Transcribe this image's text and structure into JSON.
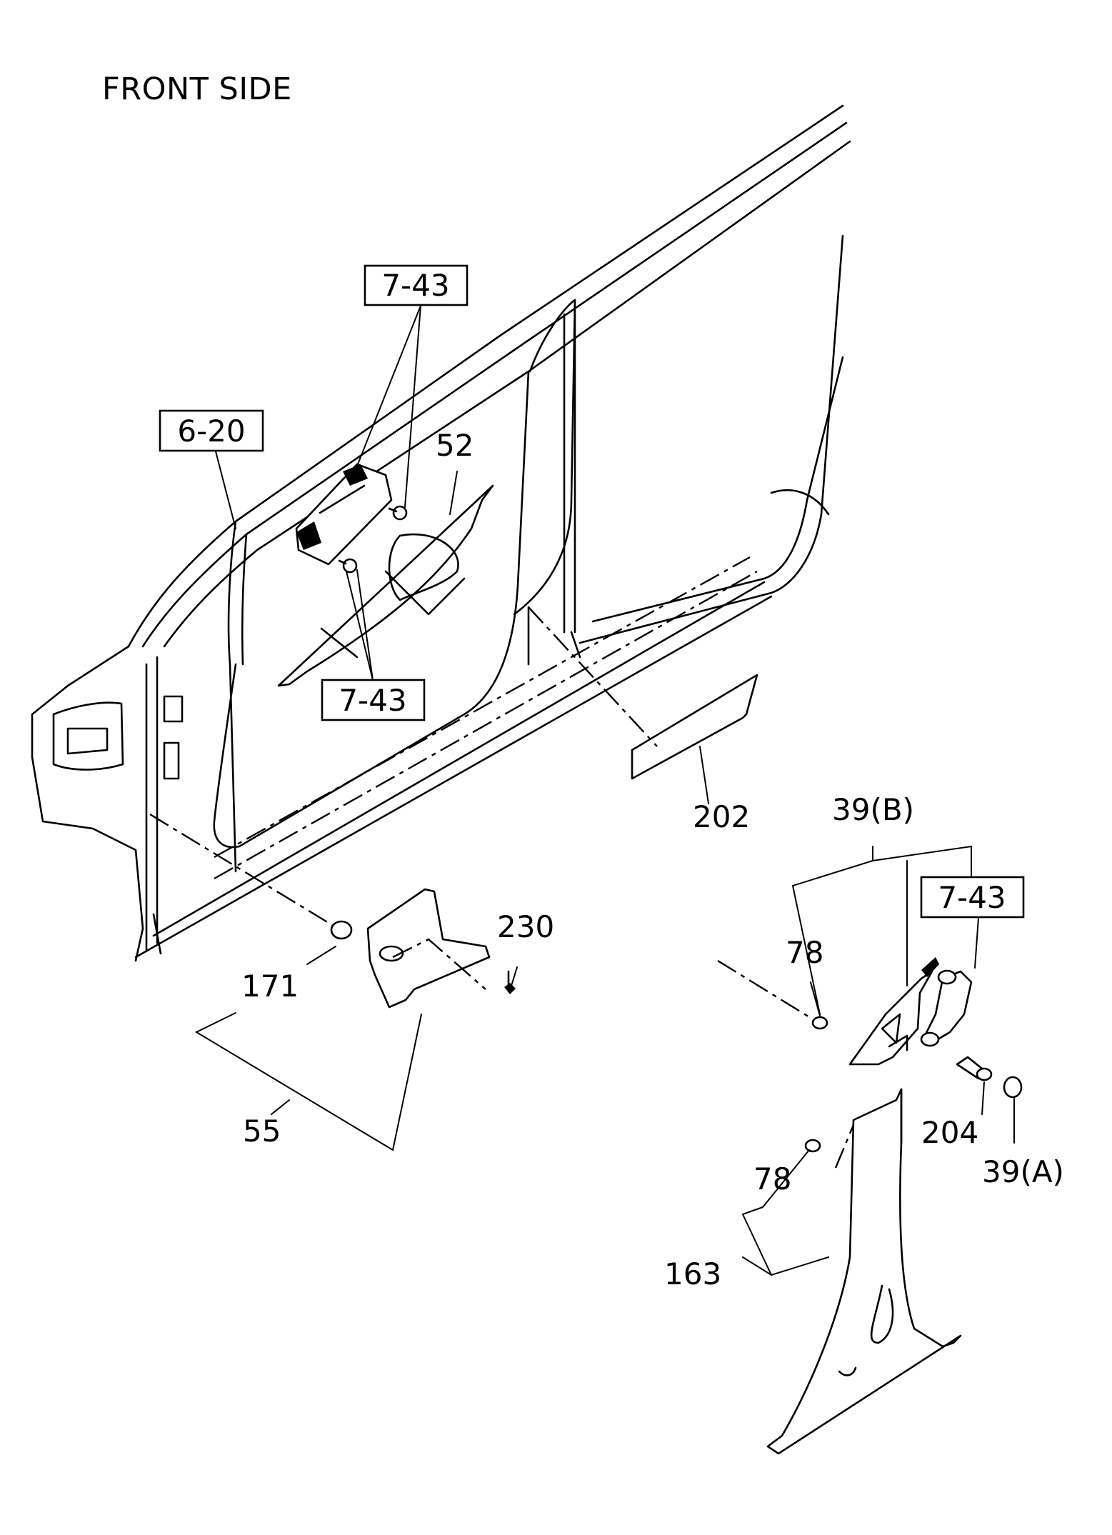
{
  "title": "FRONT SIDE",
  "callouts": {
    "ref_6_20": "6-20",
    "ref_7_43_top": "7-43",
    "ref_7_43_mid": "7-43",
    "ref_7_43_right": "7-43",
    "p52": "52",
    "p202": "202",
    "p39b": "39(B)",
    "p78_upper": "78",
    "p78_lower": "78",
    "p230": "230",
    "p171": "171",
    "p55": "55",
    "p204": "204",
    "p39a": "39(A)",
    "p163": "163"
  }
}
